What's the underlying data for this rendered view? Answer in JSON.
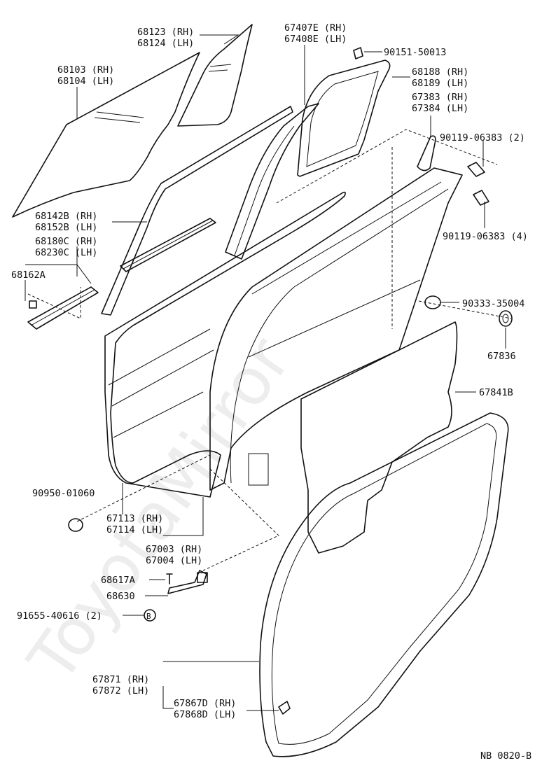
{
  "labels": {
    "p68123": "68123 (RH)",
    "p68124": "68124 (LH)",
    "p68103": "68103 (RH)",
    "p68104": "68104 (LH)",
    "p67407E": "67407E (RH)",
    "p67408E": "67408E (LH)",
    "p90151": "90151-50013",
    "p68188": "68188 (RH)",
    "p68189": "68189 (LH)",
    "p67383": "67383 (RH)",
    "p67384": "67384 (LH)",
    "p90119a": "90119-06383 (2)",
    "p90119b": "90119-06383 (4)",
    "p68142B": "68142B (RH)",
    "p68152B": "68152B (LH)",
    "p68180C": "68180C (RH)",
    "p68230C": "68230C (LH)",
    "p68162A": "68162A",
    "p90333": "90333-35004",
    "p67836": "67836",
    "p67841B": "67841B",
    "p90950": "90950-01060",
    "p67113": "67113 (RH)",
    "p67114": "67114 (LH)",
    "p67003": "67003 (RH)",
    "p67004": "67004 (LH)",
    "p68617A": "68617A",
    "p68630": "68630",
    "p91655": "91655-40616 (2)",
    "p67871": "67871 (RH)",
    "p67872": "67872 (LH)",
    "p67867D": "67867D (RH)",
    "p67868D": "67868D (LH)",
    "ref": "NB 0820-B",
    "bolt_mark": "B"
  },
  "watermark": "ToyotaMirror",
  "colors": {
    "ink": "#111111",
    "background": "#ffffff",
    "watermark": "#cccccc"
  }
}
